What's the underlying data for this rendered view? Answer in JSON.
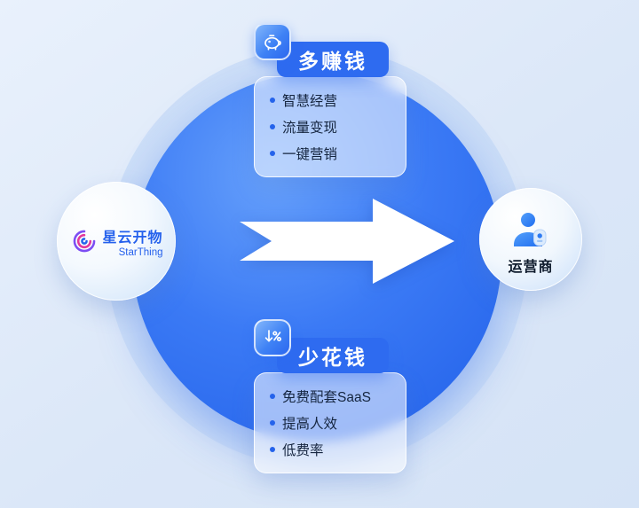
{
  "left_node": {
    "name_cn": "星云开物",
    "name_en": "StarThing",
    "icon": "spiral-logo-icon"
  },
  "right_node": {
    "label": "运营商",
    "icon": "person-badge-icon"
  },
  "arrow": {
    "icon": "right-block-arrow",
    "color": "#ffffff"
  },
  "top_card": {
    "icon": "piggy-bank-icon",
    "title": "多赚钱",
    "items": [
      "智慧经营",
      "流量变现",
      "一键营销"
    ]
  },
  "bottom_card": {
    "icon": "discount-down-icon",
    "title": "少花钱",
    "items": [
      "免费配套SaaS",
      "提高人效",
      "低费率"
    ]
  },
  "colors": {
    "background": "#dde8f8",
    "accent_blue": "#2e6bf0",
    "circle_blue": "#2f6ff2",
    "logo_blue": "#2460ec",
    "text_dark": "#15253f"
  }
}
